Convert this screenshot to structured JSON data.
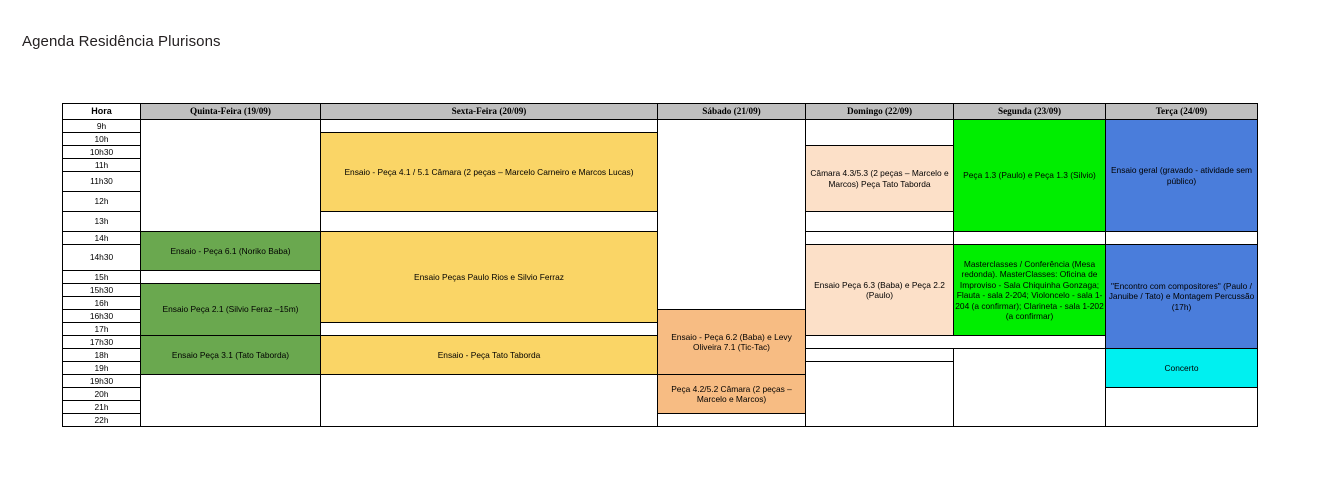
{
  "page": {
    "title": "Agenda Residência Plurisons"
  },
  "colors": {
    "header_bg": "#bfbfbf",
    "green": "#6aa84f",
    "yellow": "#fad566",
    "peach": "#f7bc83",
    "light_peach": "#fce0c8",
    "bright_green": "#00ee00",
    "blue": "#4a7ddb",
    "cyan": "#00f0f0"
  },
  "table": {
    "headers": [
      "Hora",
      "Quinta-Feira (19/09)",
      "Sexta-Feira (20/09)",
      "Sábado (21/09)",
      "Domingo (22/09)",
      "Segunda (23/09)",
      "Terça (24/09)"
    ],
    "hours": [
      "9h",
      "10h",
      "10h30",
      "11h",
      "11h30",
      "12h",
      "13h",
      "14h",
      "14h30",
      "15h",
      "15h30",
      "16h",
      "16h30",
      "17h",
      "17h30",
      "18h",
      "19h",
      "19h30",
      "20h",
      "21h",
      "22h"
    ],
    "events": {
      "quinta_1": "Ensaio - Peça 6.1 (Noriko Baba)",
      "quinta_2": "Ensaio Peça 2.1 (Silvio Feraz –15m)",
      "quinta_3": "Ensaio Peça 3.1 (Tato Taborda)",
      "sexta_1": "Ensaio - Peça 4.1 / 5.1 Câmara (2 peças – Marcelo Carneiro e Marcos Lucas)",
      "sexta_2": "Ensaio Peças Paulo Rios e Silvio Ferraz",
      "sexta_3": "Ensaio - Peça Tato Taborda",
      "sabado_1": "Ensaio - Peça 6.2 (Baba) e Levy Oliveira 7.1 (Tic-Tac)",
      "sabado_2": "Peça 4.2/5.2 Câmara (2 peças – Marcelo e Marcos)",
      "domingo_1": "Câmara 4.3/5.3 (2 peças – Marcelo e Marcos) Peça Tato Taborda",
      "domingo_2": "Ensaio Peça 6.3 (Baba) e Peça 2.2 (Paulo)",
      "segunda_1": "Peça 1.3 (Paulo) e Peça 1.3 (Silvio)",
      "segunda_2": "Masterclasses / Conferência (Mesa redonda). MasterClasses: Oficina de Improviso - Sala Chiquinha Gonzaga; Flauta - sala 2-204; Violoncelo - sala 1-204 (a confirmar); Clarineta - sala 1-202 (a confirmar)",
      "terca_1": "Ensaio geral (gravado - atividade sem público)",
      "terca_2": "\"Encontro com compositores\" (Paulo / Januibe / Tato) e Montagem Percussão (17h)",
      "terca_3": "Concerto"
    }
  }
}
